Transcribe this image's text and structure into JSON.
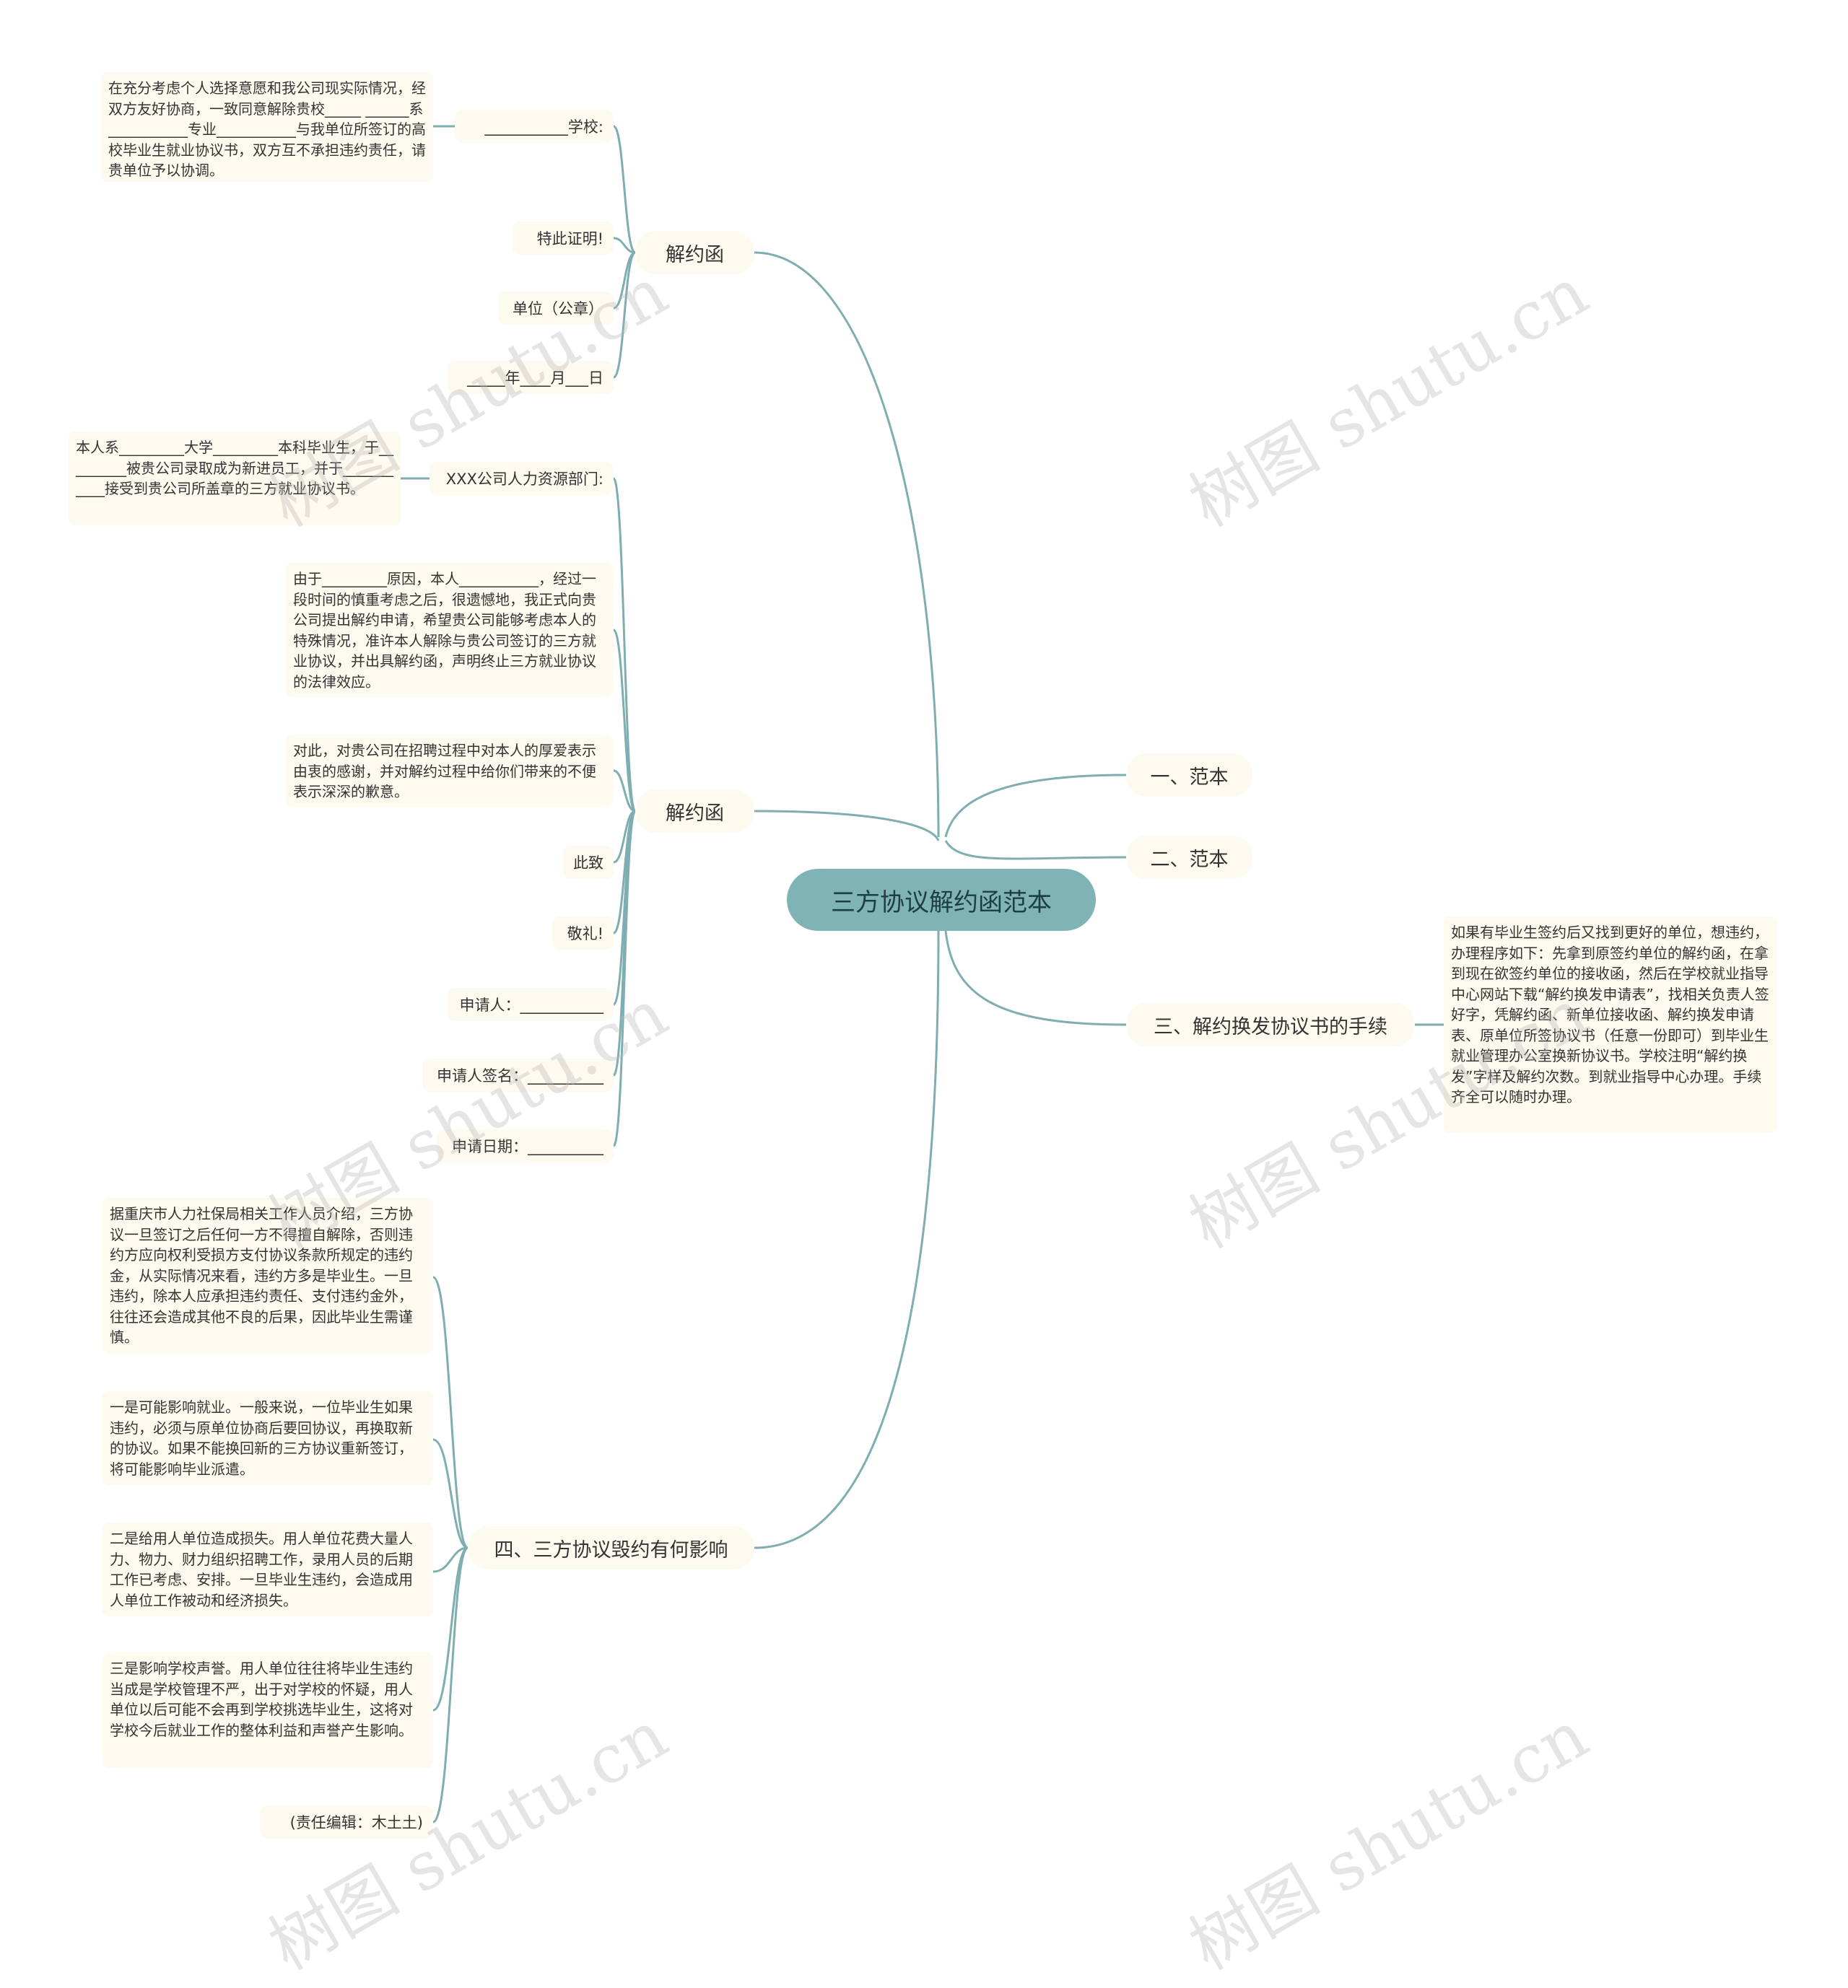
{
  "root": {
    "title": "三方协议解约函范本"
  },
  "branches": {
    "b1": {
      "label": "解约函"
    },
    "b2": {
      "label": "解约函"
    },
    "b3": {
      "label": "四、三方协议毁约有何影响"
    },
    "r1": {
      "label": "一、范本"
    },
    "r2": {
      "label": "二、范本"
    },
    "r3": {
      "label": "三、解约换发协议书的手续"
    }
  },
  "b1_children": {
    "school": "___________学校:",
    "school_text": "在充分考虑个人选择意愿和我公司现实际情况，经双方友好协商，一致同意解除贵校_____ ______系___________专业___________与我单位所签订的高校毕业生就业协议书，双方互不承担违约责任，请贵单位予以协调。",
    "certify": "特此证明!",
    "seal": "单位（公章）",
    "date": "_____年____月___日"
  },
  "b2_children": {
    "dept": "XXX公司人力资源部门:",
    "dept_text": "本人系_________大学_________本科毕业生，于_________被贵公司录取成为新进员工，并于___________接受到贵公司所盖章的三方就业协议书。",
    "reason_text": "由于_________原因，本人___________，经过一段时间的慎重考虑之后，很遗憾地，我正式向贵公司提出解约申请，希望贵公司能够考虑本人的特殊情况，准许本人解除与贵公司签订的三方就业协议，并出具解约函，声明终止三方就业协议的法律效应。",
    "thanks_text": "对此，对贵公司在招聘过程中对本人的厚爱表示由衷的感谢，并对解约过程中给你们带来的不便表示深深的歉意。",
    "cizhi": "此致",
    "jingli": "敬礼!",
    "applicant": "申请人：___________",
    "signature": "申请人签名：__________",
    "app_date": "申请日期：__________"
  },
  "b3_children": {
    "p1": "据重庆市人力社保局相关工作人员介绍，三方协议一旦签订之后任何一方不得擅自解除，否则违约方应向权利受损方支付协议条款所规定的违约金，从实际情况来看，违约方多是毕业生。一旦违约，除本人应承担违约责任、支付违约金外，往往还会造成其他不良的后果，因此毕业生需谨慎。",
    "p2": "一是可能影响就业。一般来说，一位毕业生如果违约，必须与原单位协商后要回协议，再换取新的协议。如果不能换回新的三方协议重新签订，将可能影响毕业派遣。",
    "p3": "二是给用人单位造成损失。用人单位花费大量人力、物力、财力组织招聘工作，录用人员的后期工作已考虑、安排。一旦毕业生违约，会造成用人单位工作被动和经济损失。",
    "p4": "三是影响学校声誉。用人单位往往将毕业生违约当成是学校管理不严，出于对学校的怀疑，用人单位以后可能不会再到学校挑选毕业生，这将对学校今后就业工作的整体利益和声誉产生影响。",
    "editor": "(责任编辑：木土土)"
  },
  "r3_children": {
    "p1": "如果有毕业生签约后又找到更好的单位，想违约，办理程序如下：先拿到原签约单位的解约函，在拿到现在欲签约单位的接收函，然后在学校就业指导中心网站下载“解约换发申请表”，找相关负责人签好字，凭解约函、新单位接收函、解约换发申请表、原单位所签协议书（任意一份即可）到毕业生就业管理办公室换新协议书。学校注明“解约换发”字样及解约次数。到就业指导中心办理。手续齐全可以随时办理。"
  },
  "watermark": "树图 shutu.cn",
  "colors": {
    "root_fill": "#7fb3b5",
    "line": "#7faeb0",
    "node_fill": "#fdfbf0"
  }
}
